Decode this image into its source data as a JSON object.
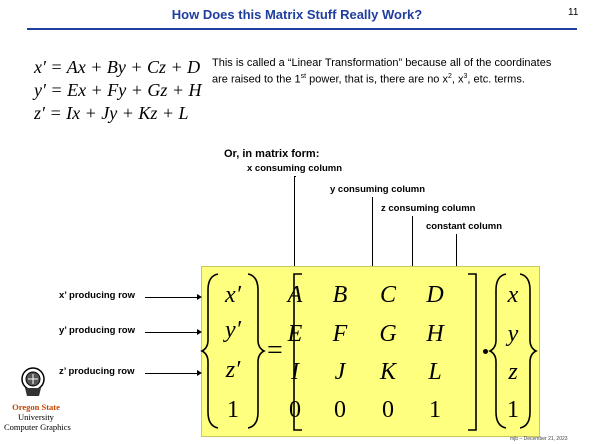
{
  "slide": {
    "title": "How Does this Matrix Stuff Really Work?",
    "number": "11",
    "equations": [
      "x′ = Ax + By + Cz + D",
      "y′ = Ex + Fy + Gz + H",
      "z′ = Ix + Jy + Kz + L"
    ],
    "description": {
      "part1": "This is called a “Linear Transformation” because all of the coordinates are raised to the 1",
      "sup1": "st",
      "part2": " power, that is, there are no x",
      "sup2": "2",
      "part3": ", x",
      "sup3": "3",
      "part4": ", etc. terms."
    },
    "matrix_form_label": "Or, in matrix form:",
    "column_labels": [
      "x consuming column",
      "y consuming column",
      "z consuming column",
      "constant column"
    ],
    "row_labels": [
      "x’ producing row",
      "y’ producing row",
      "z’ producing row"
    ],
    "lhs_vector": [
      "x′",
      "y′",
      "z′",
      "1"
    ],
    "matrix": [
      [
        "A",
        "B",
        "C",
        "D"
      ],
      [
        "E",
        "F",
        "G",
        "H"
      ],
      [
        "I",
        "J",
        "K",
        "L"
      ],
      [
        "0",
        "0",
        "0",
        "1"
      ]
    ],
    "rhs_vector": [
      "x",
      "y",
      "z",
      "1"
    ],
    "logo": {
      "line1": "Oregon State",
      "line2": "University",
      "line3": "Computer Graphics"
    },
    "footer": "mjb – December 21, 2023"
  }
}
